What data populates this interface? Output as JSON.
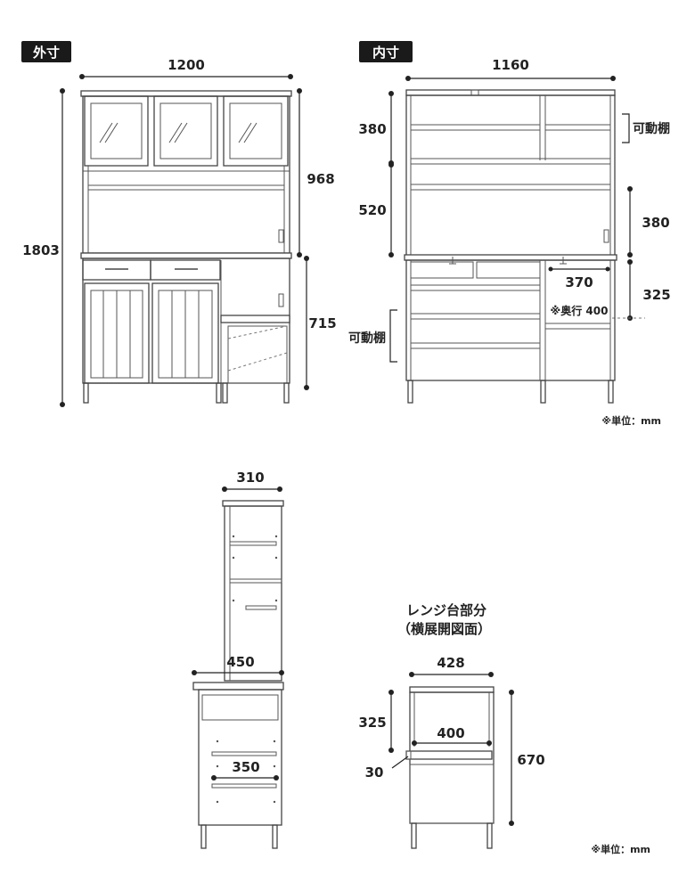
{
  "tags": {
    "outer": "外寸",
    "inner": "内寸"
  },
  "outer_dims": {
    "width": "1200",
    "height": "1803",
    "upper": "968",
    "lower": "715"
  },
  "inner_dims": {
    "width": "1160",
    "top_shelf": "380",
    "middle": "520",
    "right_mid": "380",
    "drawer_width": "370",
    "right_lower": "325",
    "depth_note": "※奥行 400",
    "movable_shelf": "可動棚",
    "movable_shelf_lower": "可動棚"
  },
  "side_dims": {
    "depth_top": "310",
    "depth_counter": "450",
    "depth_inner": "350"
  },
  "range": {
    "title_line1": "レンジ台部分",
    "title_line2": "（横展開図面）",
    "width": "428",
    "inner_width": "400",
    "clearance": "325",
    "shelf_thickness": "30",
    "height": "670"
  },
  "units": {
    "note1": "※単位：mm",
    "note2": "※単位：mm"
  },
  "colors": {
    "tag_bg": "#1a1a1a",
    "line": "#444444"
  }
}
